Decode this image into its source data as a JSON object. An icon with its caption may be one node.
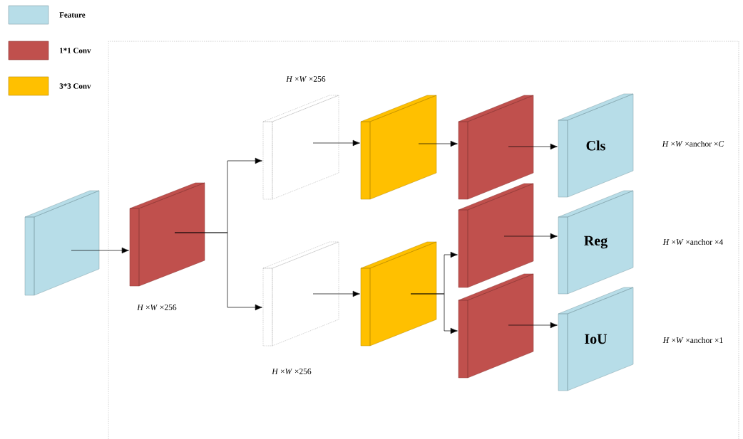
{
  "diagram": {
    "nodes": [
      {
        "text": [],
        "shape": "box"
      },
      {
        "text": [],
        "shape": "box",
        "beside": [
          "*H* ×*W* ×256"
        ]
      },
      {
        "text": [],
        "shape": "box",
        "beside": [
          "*H* ×*W* ×256"
        ]
      },
      {
        "text": [],
        "shape": "box",
        "beside": [
          "*H* ×*W* ×256"
        ]
      },
      {
        "text": [],
        "shape": "box"
      },
      {
        "text": [],
        "shape": "box"
      },
      {
        "text": [],
        "shape": "box"
      },
      {
        "text": [],
        "shape": "box"
      },
      {
        "text": [],
        "shape": "box"
      },
      {
        "text": [
          "Cls"
        ],
        "beside": [
          "*H* ×*W* ×anchor ×*C*"
        ]
      },
      {
        "text": [
          "Reg"
        ],
        "beside": [
          "*H* ×*W* ×anchor ×4"
        ]
      },
      {
        "text": [
          "IoU"
        ],
        "beside": [
          "*H* ×*W* ×anchor ×1"
        ]
      }
    ],
    "edges": [
      {
        "from": 0,
        "to": 1,
        "arrow": "to"
      },
      {
        "from": 1,
        "to": 2,
        "arrow": "to"
      },
      {
        "from": 1,
        "to": 3,
        "arrow": "to"
      },
      {
        "from": 2,
        "to": 4,
        "arrow": "to"
      },
      {
        "from": 3,
        "to": 5,
        "arrow": "to"
      },
      {
        "from": 4,
        "to": 6,
        "arrow": "to"
      },
      {
        "from": 5,
        "to": 7,
        "arrow": "to"
      },
      {
        "from": 5,
        "to": 8,
        "arrow": "to"
      },
      {
        "from": 6,
        "to": 9,
        "arrow": "to"
      },
      {
        "from": 7,
        "to": 10,
        "arrow": "to"
      },
      {
        "from": 8,
        "to": 11,
        "arrow": "to"
      }
    ],
    "legend": [
      {
        "text": "Feature",
        "color": "#b7dde8"
      },
      {
        "text": "1*1 Conv",
        "color": "#c0504d"
      },
      {
        "text": "3*3 Conv",
        "color": "#ffc000"
      }
    ]
  }
}
